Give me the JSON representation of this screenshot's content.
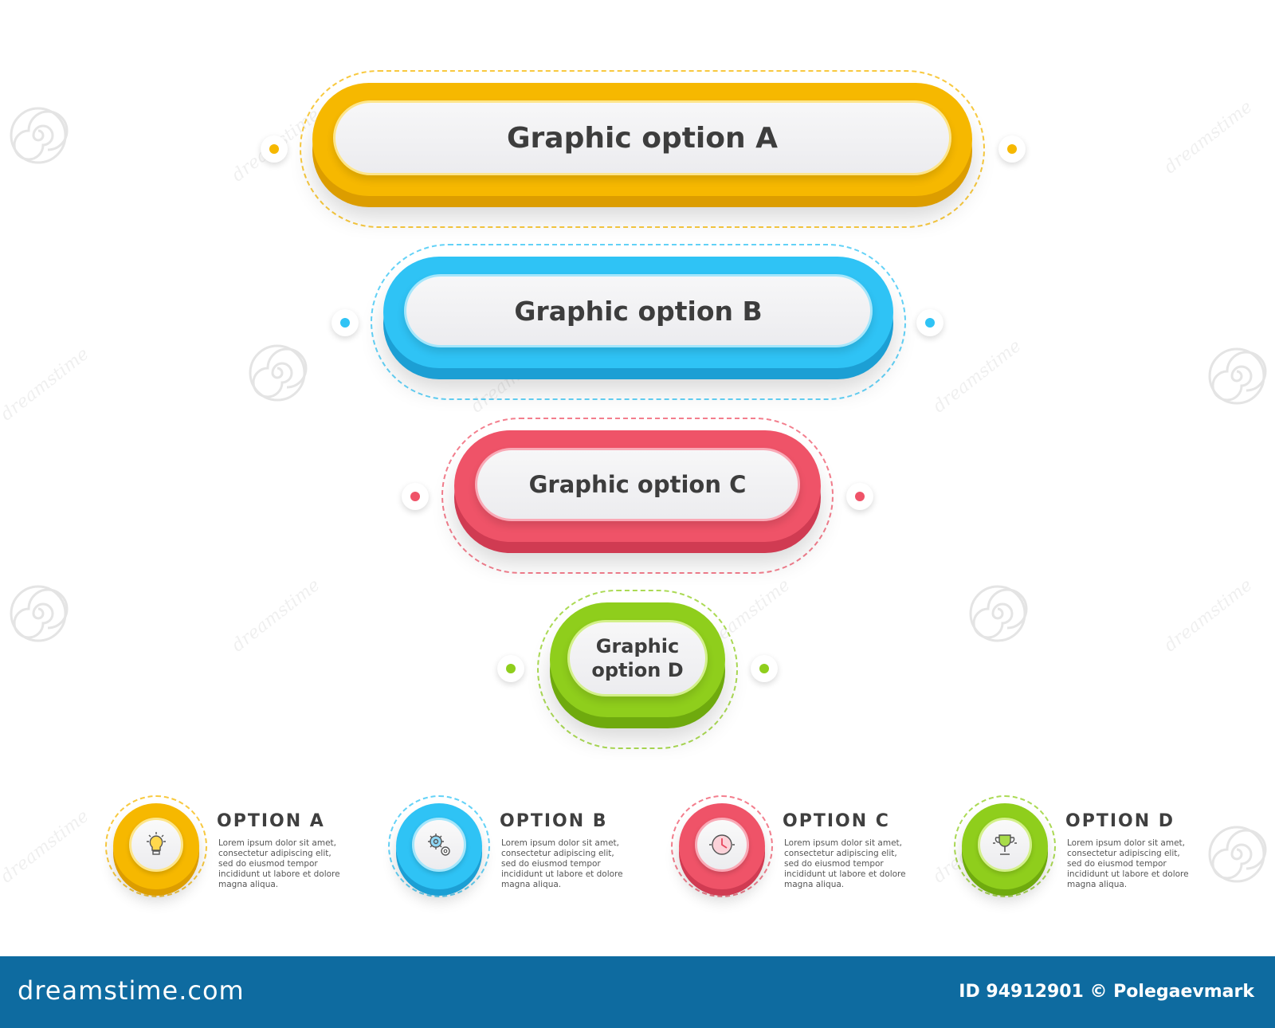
{
  "colors": {
    "yellow": "#f6b800",
    "blue": "#2fc3f5",
    "red": "#ef5368",
    "green": "#8fce1c"
  },
  "funnel": [
    {
      "label": "Graphic option A"
    },
    {
      "label": "Graphic option B"
    },
    {
      "label": "Graphic option C"
    },
    {
      "label": "Graphic option D"
    }
  ],
  "options": [
    {
      "title": "OPTION A",
      "icon": "lightbulb-icon",
      "text": "Lorem ipsum dolor sit amet, consectetur adipiscing elit, sed do eiusmod tempor incididunt ut labore et dolore magna aliqua."
    },
    {
      "title": "OPTION B",
      "icon": "gears-icon",
      "text": "Lorem ipsum dolor sit amet, consectetur adipiscing elit, sed do eiusmod tempor incididunt ut labore et dolore magna aliqua."
    },
    {
      "title": "OPTION C",
      "icon": "clock-icon",
      "text": "Lorem ipsum dolor sit amet, consectetur adipiscing elit, sed do eiusmod tempor incididunt ut labore et dolore magna aliqua."
    },
    {
      "title": "OPTION D",
      "icon": "trophy-icon",
      "text": "Lorem ipsum dolor sit amet, consectetur adipiscing elit, sed do eiusmod tempor incididunt ut labore et dolore magna aliqua."
    }
  ],
  "watermark": {
    "text": "dreamstime"
  },
  "footer": {
    "brand": "dreamstime.com",
    "credit": "ID 94912901 © Polegaevmark"
  }
}
